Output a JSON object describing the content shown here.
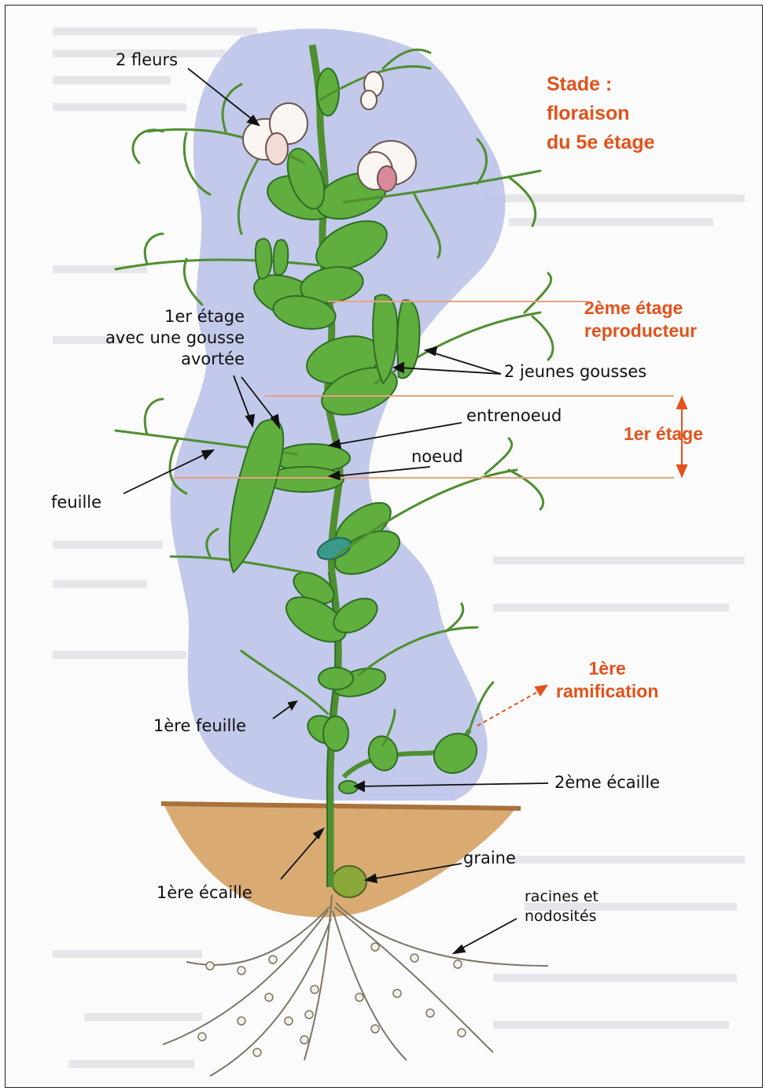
{
  "stage_title": [
    "Stade :",
    "floraison",
    "du 5e étage"
  ],
  "labels": {
    "deux_fleurs": "2 fleurs",
    "premier_etage_gousse": [
      "1er étage",
      "avec une gousse",
      "avortée"
    ],
    "feuille": "feuille",
    "deux_jeunes_gousses": "2 jeunes gousses",
    "entrenoeud": "entrenoeud",
    "noeud": "noeud",
    "premiere_feuille": "1ère feuille",
    "deuxieme_ecaille": "2ème écaille",
    "graine": "graine",
    "premiere_ecaille": "1ère écaille",
    "racines": [
      "racines et",
      "nodosités"
    ]
  },
  "orange_labels": {
    "deuxieme_etage": [
      "2ème étage",
      "reproducteur"
    ],
    "premier_etage": "1er étage",
    "premiere_ramification": [
      "1ère",
      "ramification"
    ]
  },
  "colors": {
    "accent": "#e2521a",
    "leaf": "#5fae3e",
    "leaf_dark": "#2f6e25",
    "wash": "#b7bfe6",
    "soil": "#d9ab72",
    "ink": "#111111"
  }
}
